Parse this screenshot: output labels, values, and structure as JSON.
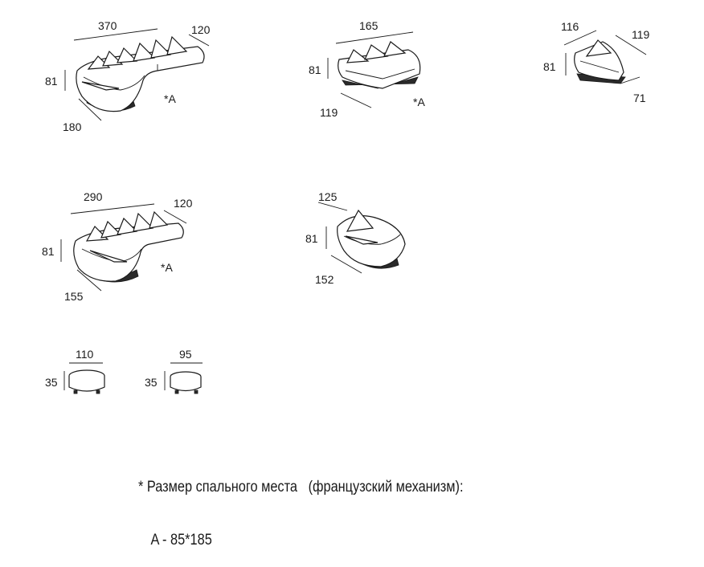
{
  "units": [
    {
      "id": "sofa-370",
      "width": "370",
      "depth": "120",
      "height": "81",
      "chaise": "180",
      "mark": "*A"
    },
    {
      "id": "sofa-165",
      "width": "165",
      "height": "81",
      "depth": "119",
      "mark": "*A"
    },
    {
      "id": "chair-116",
      "width": "116",
      "depth": "119",
      "height": "81",
      "seat": "71"
    },
    {
      "id": "sofa-290",
      "width": "290",
      "depth": "120",
      "height": "81",
      "chaise": "155",
      "mark": "*A"
    },
    {
      "id": "chair-125",
      "width": "125",
      "height": "81",
      "depth": "152"
    },
    {
      "id": "pouf-110",
      "width": "110",
      "height": "35"
    },
    {
      "id": "pouf-95",
      "width": "95",
      "height": "35"
    }
  ],
  "note": {
    "line1": "* Размер спального места   (французский механизм):",
    "line2": "A - 85*185"
  }
}
